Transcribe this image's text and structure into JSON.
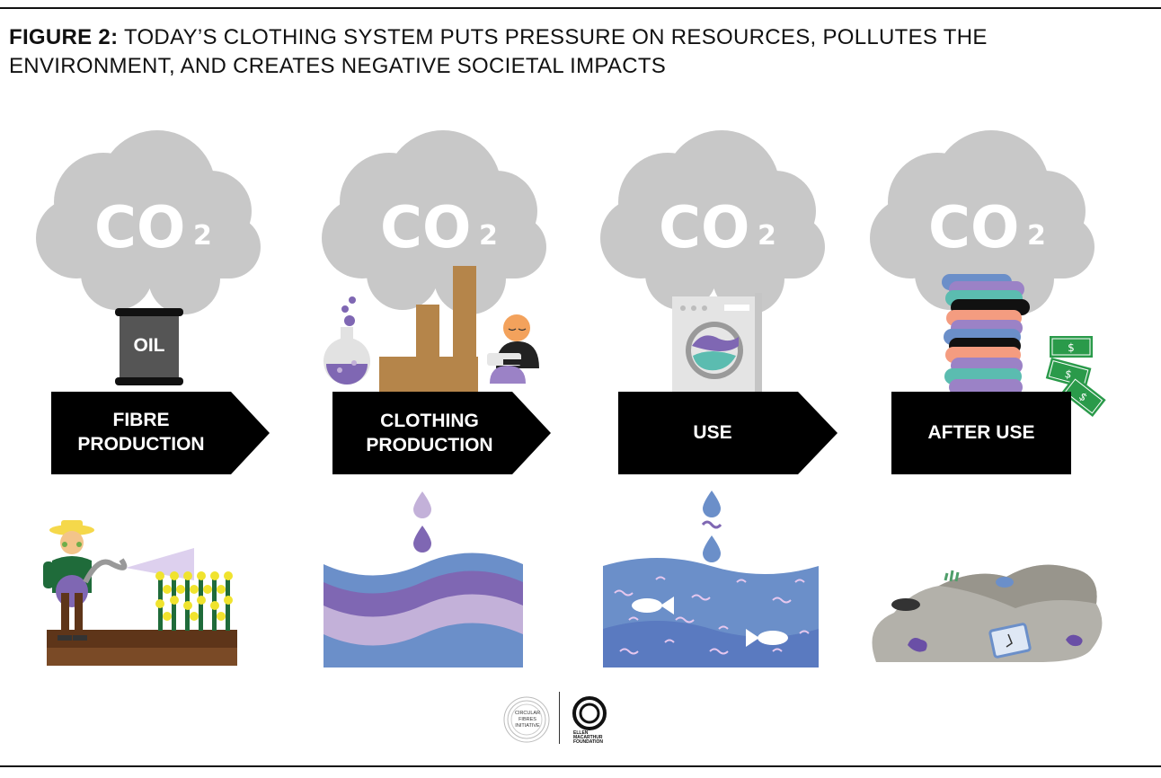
{
  "figure": {
    "label": "FIGURE 2:",
    "text": "TODAY’S CLOTHING SYSTEM PUTS PRESSURE ON RESOURCES, POLLUTES THE ENVIRONMENT, AND CREATES NEGATIVE SOCIETAL IMPACTS"
  },
  "emission": {
    "co_text": "CO",
    "subscript": "2"
  },
  "stages": [
    {
      "line1": "FIBRE",
      "line2": "PRODUCTION"
    },
    {
      "line1": "CLOTHING",
      "line2": "PRODUCTION"
    },
    {
      "line1": "USE",
      "line2": ""
    },
    {
      "line1": "AFTER USE",
      "line2": ""
    }
  ],
  "barrel_label": "OIL",
  "money_symbol": "$",
  "logos": {
    "cfi": [
      "CIRCULAR",
      "FIBRES",
      "INITIATIVE"
    ],
    "emf": [
      "ELLEN",
      "MACARTHUR",
      "FOUNDATION"
    ]
  },
  "colors": {
    "cloud": "#c8c8c8",
    "banner": "#000000",
    "water_blue": "#6b8fc9",
    "purple": "#7f67b3",
    "lavender": "#c3b1d9",
    "factory": "#b5854a",
    "soil": "#7a4a26",
    "landfill": "#b3b1aa",
    "money": "#2a9a4a"
  }
}
